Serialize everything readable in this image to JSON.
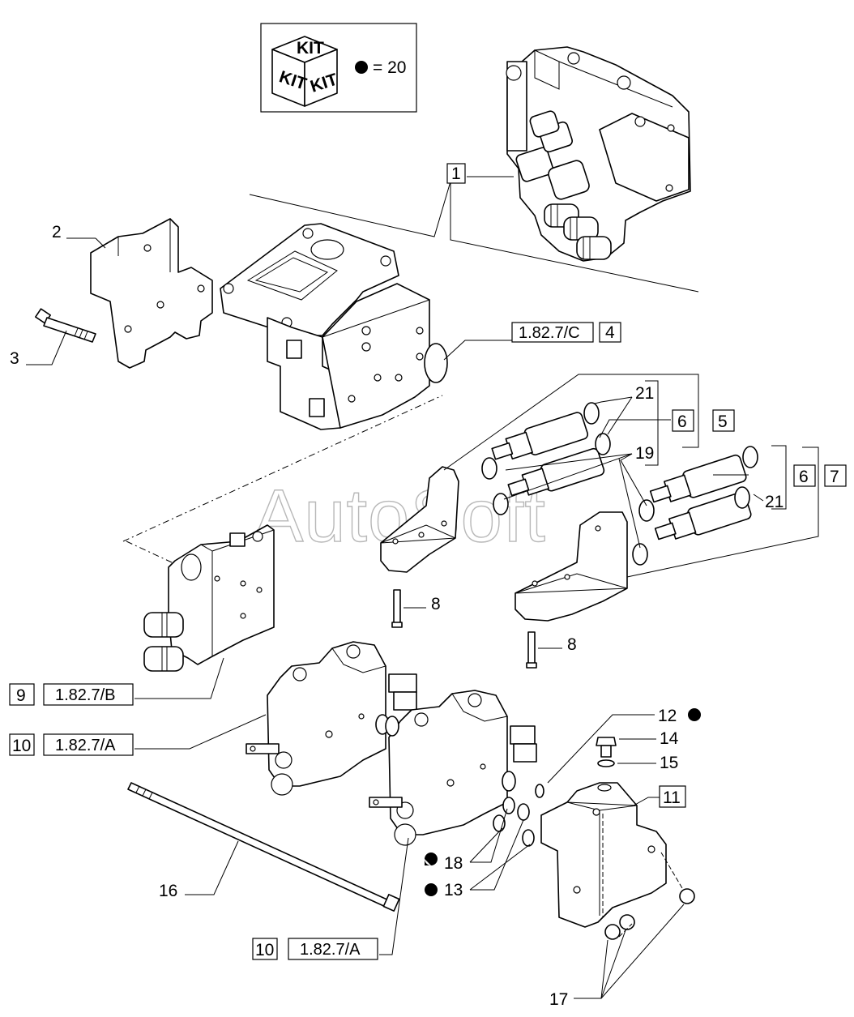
{
  "watermark": "AutoSoft",
  "kit": {
    "cube_text": [
      "KIT",
      "KIT",
      "KIT"
    ],
    "quantity_text": "= 20"
  },
  "callouts": {
    "c1": "1",
    "c2": "2",
    "c3": "3",
    "c4": "4",
    "c5": "5",
    "c6a": "6",
    "c6b": "6",
    "c7": "7",
    "c8a": "8",
    "c8b": "8",
    "c9": "9",
    "c10a": "10",
    "c10b": "10",
    "c11": "11",
    "c12": "12",
    "c13": "13",
    "c14": "14",
    "c15": "15",
    "c16": "16",
    "c17": "17",
    "c18": "18",
    "c19": "19",
    "c21a": "21",
    "c21b": "21"
  },
  "refs": {
    "r4": "1.82.7/C",
    "r9": "1.82.7/B",
    "r10a": "1.82.7/A",
    "r10b": "1.82.7/A"
  }
}
